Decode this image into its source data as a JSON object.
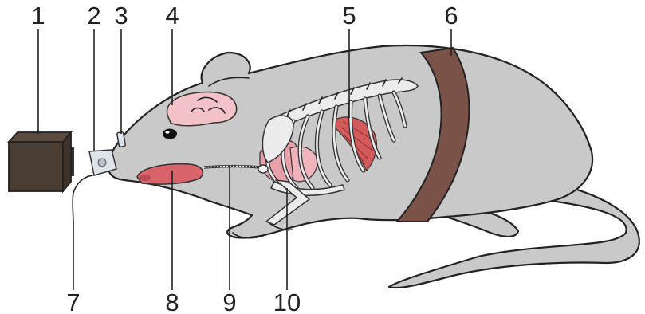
{
  "labels": {
    "l1": "1",
    "l2": "2",
    "l3": "3",
    "l4": "4",
    "l5": "5",
    "l6": "6",
    "l7": "7",
    "l8": "8",
    "l9": "9",
    "l10": "10"
  },
  "colors": {
    "body": "#c9c9c9",
    "strap": "#7a5248",
    "camera": "#4a3d34",
    "brain": "#f3c2c8",
    "lung": "#e8a0aa",
    "heart": "#f0b4bc",
    "diaphragm": "#d35a5a",
    "tongue": "#d9636a",
    "bone": "#ececec"
  },
  "icons": {
    "camera": "camera-icon",
    "mask": "face-mask-icon"
  }
}
